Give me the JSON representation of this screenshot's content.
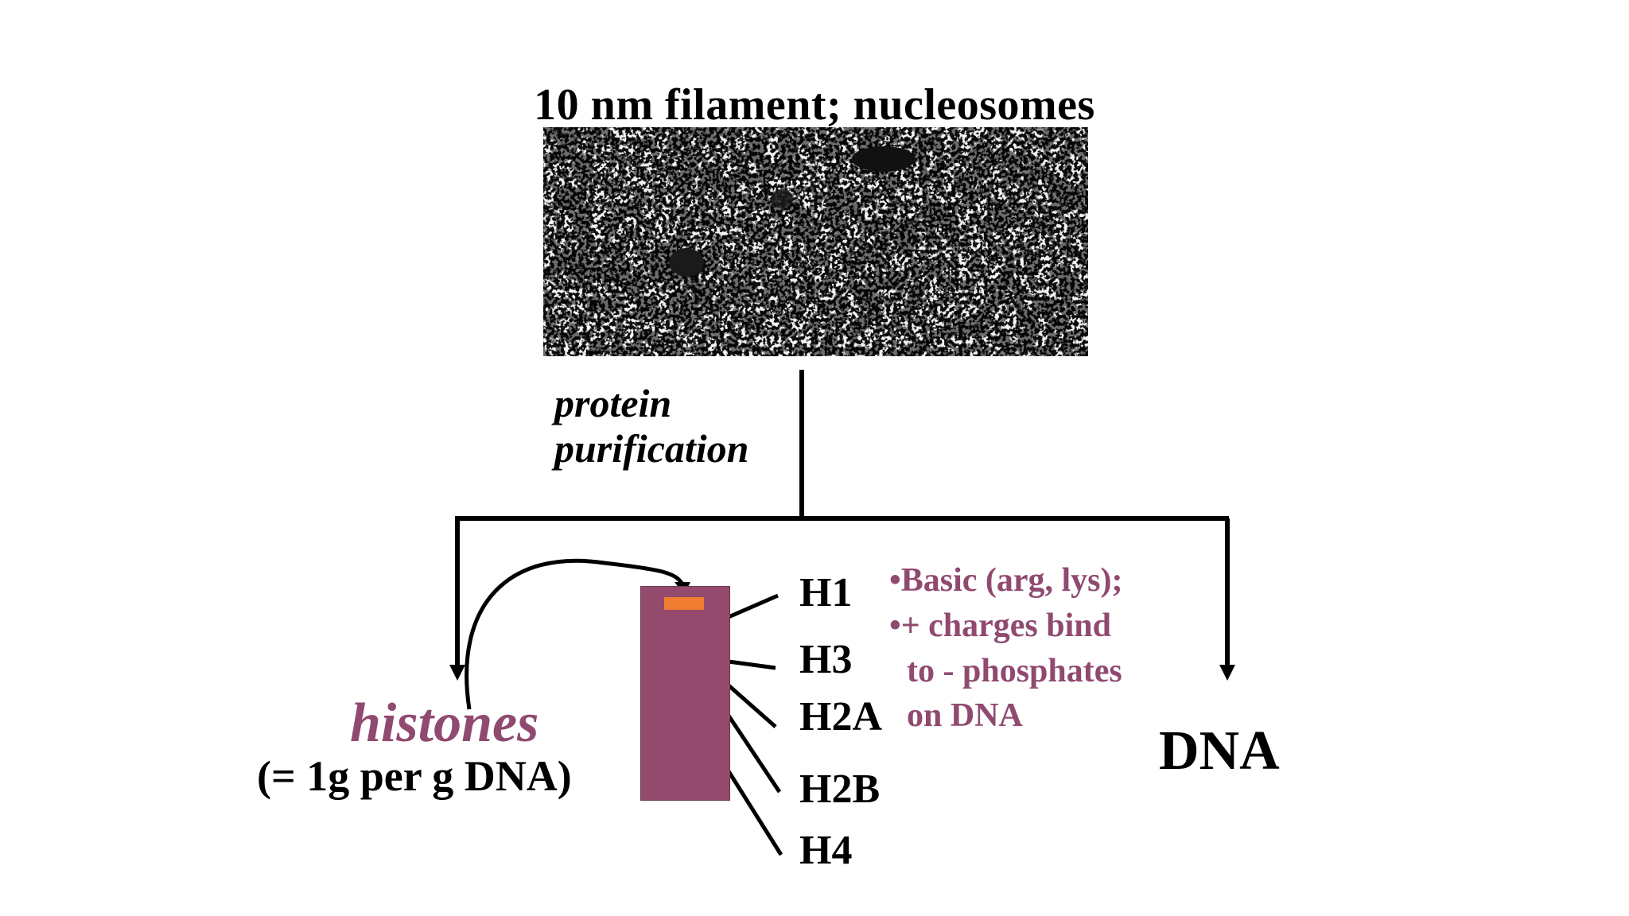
{
  "title": "10 nm filament; nucleosomes",
  "micrograph": {
    "description_icon": "electron-micrograph-image"
  },
  "method_label": {
    "line1": "protein",
    "line2": "purification"
  },
  "histones": {
    "label": "histones",
    "ratio": "(= 1g per g DNA)"
  },
  "gel": {
    "lane_color": "#944a6c",
    "well_color": "#f07c32",
    "bands": [
      "H1",
      "H3",
      "H2A",
      "H2B",
      "H4"
    ]
  },
  "notes": {
    "line1": "•Basic (arg, lys);",
    "line2": "•+ charges bind",
    "line3": "to - phosphates",
    "line4": "on DNA"
  },
  "dna": {
    "label": "DNA"
  },
  "colors": {
    "accent": "#904a70",
    "text": "#000000"
  }
}
